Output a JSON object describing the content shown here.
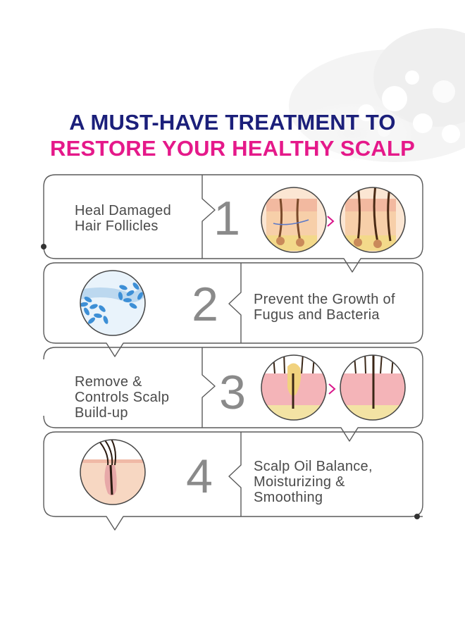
{
  "heading": {
    "line1": "A MUST-HAVE TREATMENT TO",
    "line2": "RESTORE YOUR HEALTHY SCALP"
  },
  "colors": {
    "heading_line1": "#1b1f7a",
    "heading_line2": "#e5198a",
    "frame": "#5a5a5a",
    "body_text": "#4a4a4a",
    "numeral": "#8a8a8a",
    "arrow_accent": "#d9168a",
    "cell_blue": "#3d8fd6",
    "skin_pink": "#f4b4b8",
    "skin_peach": "#f7d7c2"
  },
  "steps": [
    {
      "number": "1",
      "lines": [
        "Heal Damaged",
        "Hair Follicles"
      ],
      "image": "follicle-before-after"
    },
    {
      "number": "2",
      "lines": [
        "Prevent the Growth of",
        "Fugus and Bacteria"
      ],
      "image": "fungus-cells"
    },
    {
      "number": "3",
      "lines": [
        "Remove &",
        "Controls Scalp",
        "Build-up"
      ],
      "image": "scalp-buildup-before-after"
    },
    {
      "number": "4",
      "lines": [
        "Scalp Oil Balance,",
        "Moisturizing &",
        "Smoothing"
      ],
      "image": "scalp-cross-section"
    }
  ]
}
